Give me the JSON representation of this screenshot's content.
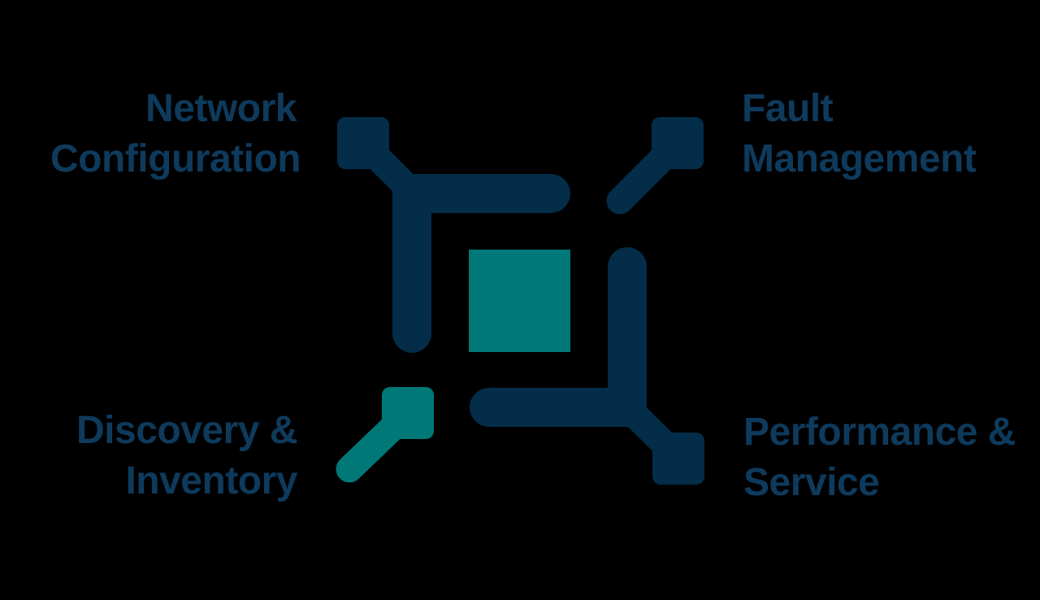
{
  "diagram": {
    "type": "logo-feature-diagram",
    "icon": "network-management-suite-icon",
    "colors": {
      "navy": "#032D48",
      "teal": "#007878",
      "text": "#0E3A5C",
      "background": "#000000"
    },
    "labels": [
      {
        "id": "network-configuration",
        "lines": [
          "Network",
          "Configuration"
        ],
        "position": "top-left"
      },
      {
        "id": "fault-management",
        "lines": [
          "Fault",
          "Management"
        ],
        "position": "top-right"
      },
      {
        "id": "discovery-inventory",
        "lines": [
          "Discovery &",
          "Inventory"
        ],
        "position": "bottom-left"
      },
      {
        "id": "performance-service",
        "lines": [
          "Performance &",
          "Service"
        ],
        "position": "bottom-right"
      }
    ]
  }
}
